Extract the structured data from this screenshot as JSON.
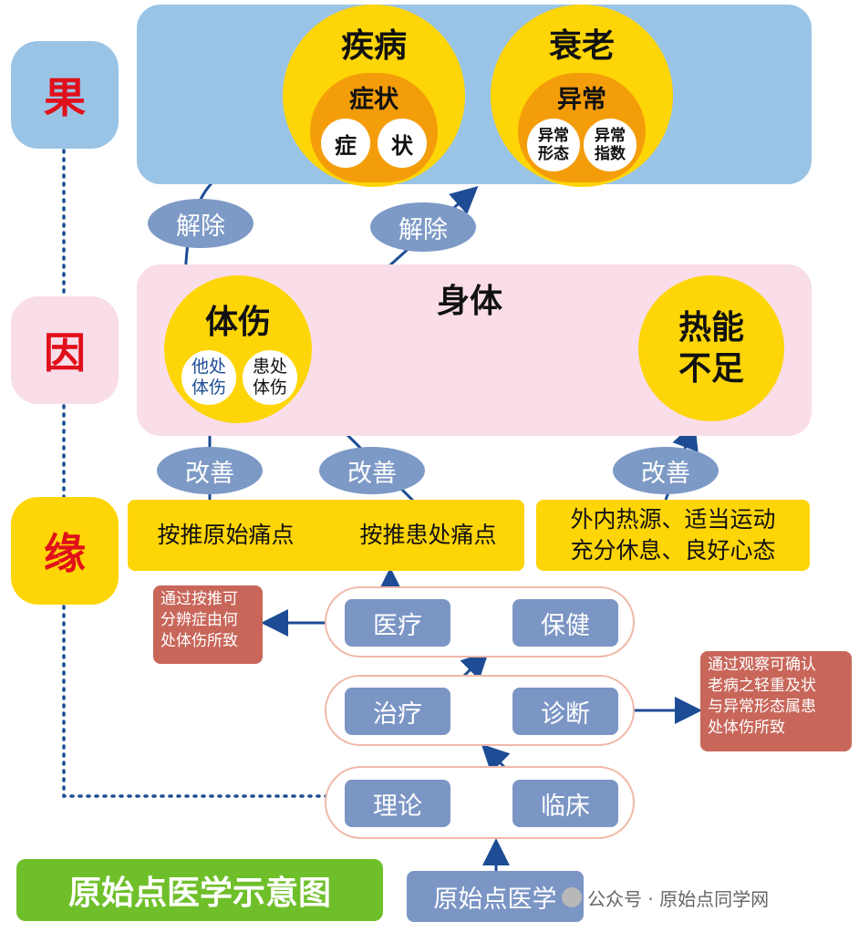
{
  "levels": {
    "guo": "果",
    "yin": "因",
    "yuan": "缘"
  },
  "result": {
    "disease": {
      "title": "疾病",
      "inner": "症状",
      "items": [
        "症",
        "状"
      ]
    },
    "aging": {
      "title": "衰老",
      "inner": "异常",
      "items": [
        "异常\n形态",
        "异常\n指数"
      ]
    }
  },
  "cause": {
    "body": "身体",
    "injury": {
      "title": "体伤",
      "items": [
        "他处\n体伤",
        "患处\n体伤"
      ]
    },
    "heat": {
      "title": "热能\n不足"
    }
  },
  "labels": {
    "remove1": "解除",
    "remove2": "解除",
    "improve1": "改善",
    "improve2": "改善",
    "improve3": "改善"
  },
  "conditions": {
    "massage_origin": "按推原始痛点",
    "massage_affected": "按推患处痛点",
    "wellness": "外内热源、适当运动\n充分休息、良好心态"
  },
  "methods": {
    "medical": "医疗",
    "health": "保健",
    "treatment": "治疗",
    "diagnosis": "诊断",
    "theory": "理论",
    "clinical": "临床",
    "root": "原始点医学"
  },
  "notes": {
    "left": "通过按推可\n分辨症由何\n处体伤所致",
    "right": "通过观察可确认\n老病之轻重及状\n与异常形态属患\n处体伤所致"
  },
  "footer": {
    "title": "原始点医学示意图",
    "watermark": "公众号 · 原始点同学网"
  },
  "colors": {
    "top_panel": "#99c4e6",
    "mid_panel": "#f9dde9",
    "yellow": "#fed506",
    "orange": "#f49d0a",
    "blue": "#7b95c5",
    "arrow": "#1d4c95",
    "note": "#c8665a",
    "green": "#6fbf2a"
  }
}
